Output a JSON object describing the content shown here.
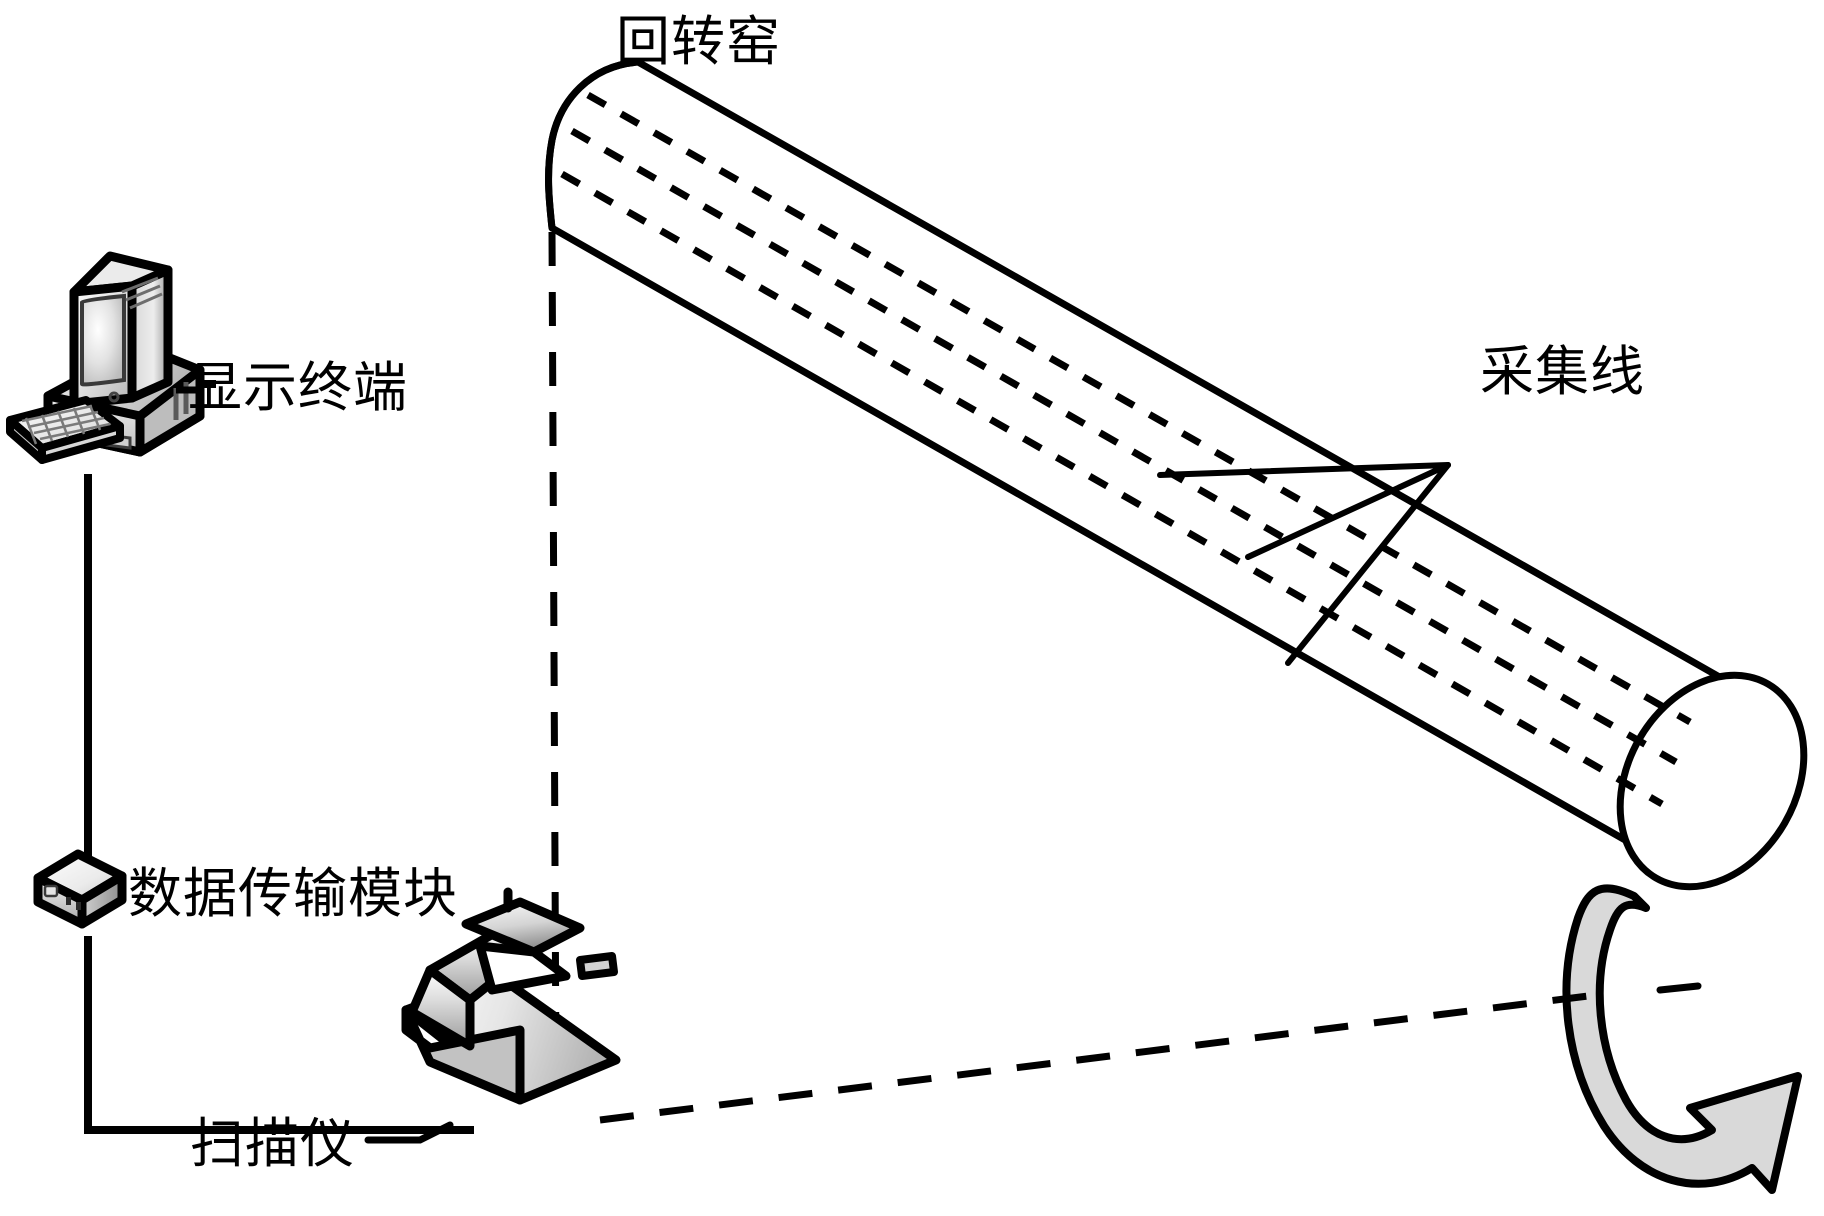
{
  "diagram": {
    "title_label": "回转窑",
    "labels": {
      "kiln": "回转窑",
      "display_terminal": "显示终端",
      "data_transmission_module": "数据传输模块",
      "scanner": "扫描仪",
      "collection_lines": "采集线"
    },
    "components": {
      "computer_icon": "desktop-computer-icon",
      "keyboard_icon": "keyboard-icon",
      "router_icon": "data-module-icon",
      "scanner_icon": "scanner-device-icon",
      "kiln_cylinder": "rotary-kiln-cylinder",
      "rotation_arrow": "rotation-direction-arrow"
    },
    "colors": {
      "stroke": "#000000",
      "background": "#ffffff",
      "device_light": "#f2f2f2",
      "device_mid": "#c9c9c9",
      "device_dark": "#8f8f8f",
      "arrow_fill": "#d9d9d9",
      "screen_fill": "#e8e8e8"
    },
    "line_styles": {
      "solid_cable": "solid",
      "sight_line": "dashed",
      "collection_line": "dotted"
    },
    "counts": {
      "collection_lines": 3,
      "leader_lines": 3
    }
  }
}
